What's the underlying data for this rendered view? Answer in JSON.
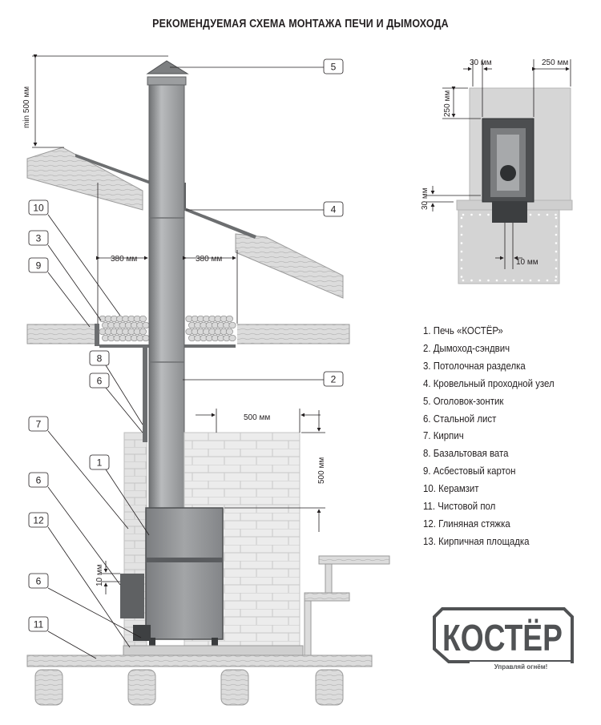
{
  "title": "РЕКОМЕНДУЕМАЯ СХЕМА МОНТАЖА ПЕЧИ И ДЫМОХОДА",
  "dimensions": {
    "min_height": "min 500 мм",
    "roof_left": "380 мм",
    "roof_right": "380 мм",
    "wall_width": "500 мм",
    "wall_height": "500 мм",
    "step_10": "10 мм",
    "top_view_30": "30 мм",
    "top_view_250_w": "250 мм",
    "top_view_250_h": "250 мм",
    "top_view_30_v": "30 мм",
    "top_view_10": "10 мм"
  },
  "callouts": {
    "c5": "5",
    "c4": "4",
    "c10": "10",
    "c3": "3",
    "c9": "9",
    "c8": "8",
    "c6a": "6",
    "c2": "2",
    "c7": "7",
    "c1": "1",
    "c6b": "6",
    "c12": "12",
    "c6c": "6",
    "c11": "11"
  },
  "legend": [
    "1. Печь «КОСТЁР»",
    "2. Дымоход-сэндвич",
    "3. Потолочная разделка",
    "4. Кровельный проходной узел",
    "5. Оголовок-зонтик",
    "6. Стальной лист",
    "7. Кирпич",
    "8. Базальтовая вата",
    "9. Асбестовый картон",
    "10. Керамзит",
    "11. Чистовой пол",
    "12. Глиняная  стяжка",
    "13. Кирпичная площадка"
  ],
  "logo": {
    "name": "КОСТЁР",
    "tagline": "Управляй огнём!"
  },
  "colors": {
    "line": "#231f20",
    "steel": "#8a8c8e",
    "steel_dark": "#5f6163",
    "wood": "#dcdcdc",
    "brick": "#e0e0e0",
    "logo": "#505254"
  }
}
